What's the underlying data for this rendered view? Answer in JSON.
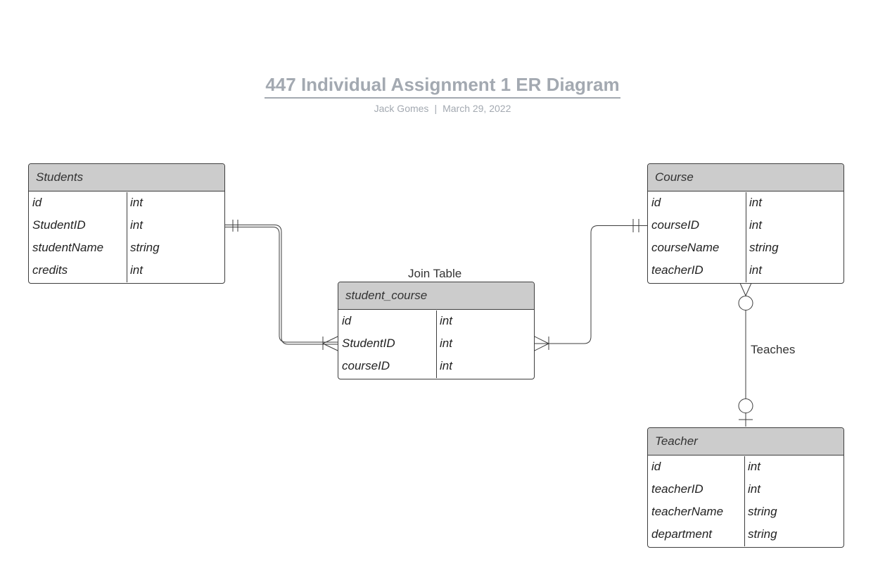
{
  "header": {
    "title": "447 Individual Assignment 1 ER Diagram",
    "author": "Jack Gomes",
    "separator": "|",
    "date": "March 29, 2022"
  },
  "entities": {
    "students": {
      "name": "Students",
      "rows": [
        {
          "field": "id",
          "type": "int"
        },
        {
          "field": "StudentID",
          "type": "int"
        },
        {
          "field": "studentName",
          "type": "string"
        },
        {
          "field": "credits",
          "type": "int"
        }
      ]
    },
    "course": {
      "name": "Course",
      "rows": [
        {
          "field": "id",
          "type": "int"
        },
        {
          "field": "courseID",
          "type": "int"
        },
        {
          "field": "courseName",
          "type": "string"
        },
        {
          "field": "teacherID",
          "type": "int"
        }
      ]
    },
    "student_course": {
      "name": "student_course",
      "rows": [
        {
          "field": "id",
          "type": "int"
        },
        {
          "field": "StudentID",
          "type": "int"
        },
        {
          "field": "courseID",
          "type": "int"
        }
      ]
    },
    "teacher": {
      "name": "Teacher",
      "rows": [
        {
          "field": "id",
          "type": "int"
        },
        {
          "field": "teacherID",
          "type": "int"
        },
        {
          "field": "teacherName",
          "type": "string"
        },
        {
          "field": "department",
          "type": "string"
        }
      ]
    }
  },
  "labels": {
    "join_table": "Join Table",
    "teaches": "Teaches"
  },
  "relationships": [
    {
      "from": "Students",
      "to": "student_course",
      "from_cardinality": "one-and-only-one",
      "to_cardinality": "one-or-many"
    },
    {
      "from": "Course",
      "to": "student_course",
      "from_cardinality": "one-and-only-one",
      "to_cardinality": "one-or-many"
    },
    {
      "from": "Teacher",
      "to": "Course",
      "from_cardinality": "zero-or-one",
      "to_cardinality": "zero-or-many",
      "label": "Teaches"
    }
  ],
  "colors": {
    "header_fill": "#cccccc",
    "title_text": "#a3a9b1",
    "border": "#3d3d3d"
  }
}
